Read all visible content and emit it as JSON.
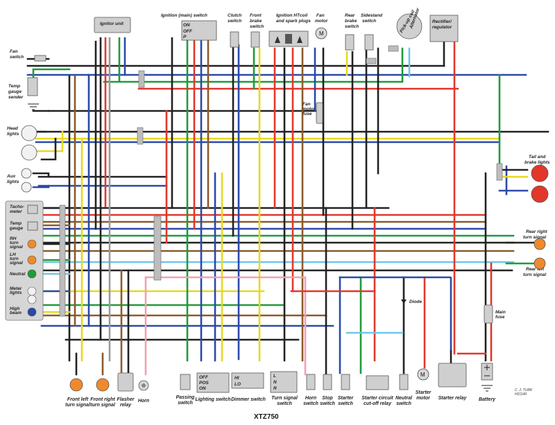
{
  "diagram": {
    "title": "XTZ750",
    "credit_line1": "C. J. TURK",
    "credit_line2": "H21140",
    "wire_colors": {
      "red": "#e2372a",
      "green": "#1f9b3b",
      "blue": "#2b4aa8",
      "black": "#222222",
      "brown": "#8a5a2b",
      "yellow": "#e8d820",
      "white": "#eeeeee",
      "grey": "#9a9a9a",
      "lightblue": "#6ec7e6",
      "orange": "#ef8a2c",
      "pink": "#f2a0b0",
      "lightgreen": "#8fd36b"
    }
  },
  "top_components": {
    "igniter_unit": "Ignitor unit",
    "ignition_switch_1": "Ignition (main) switch",
    "ignition_on": "ON",
    "ignition_off": "OFF",
    "ignition_p": "P",
    "clutch_switch_1": "Clutch",
    "clutch_switch_2": "switch",
    "front_brake_1": "Front",
    "front_brake_2": "brake",
    "front_brake_3": "switch",
    "ignition_ht_1": "Ignition HT",
    "ignition_ht_2": "and spark plugs",
    "coil_label": "coil",
    "fan_motor_1": "Fan",
    "fan_motor_2": "motor",
    "fan_motor_symbol": "M",
    "rear_brake_1": "Rear",
    "rear_brake_2": "brake",
    "rear_brake_3": "switch",
    "sidestand_1": "Sidestand",
    "sidestand_2": "switch",
    "pickup_coil": "Pick-up coil",
    "alternator": "Alternator",
    "rectifier_1": "Rectifier/",
    "rectifier_2": "regulator"
  },
  "left_components": {
    "fan_switch_1": "Fan",
    "fan_switch_2": "switch",
    "temp_sender_1": "Temp",
    "temp_sender_2": "gauge",
    "temp_sender_3": "sender",
    "head_lights_1": "Head",
    "head_lights_2": "lights",
    "aux_lights_1": "Aux",
    "aux_lights_2": "lights",
    "fan_motor_fuse_1": "Fan",
    "fan_motor_fuse_2": "motor",
    "fan_motor_fuse_3": "fuse"
  },
  "instrument_panel": {
    "tachometer_1": "Tacho-",
    "tachometer_2": "meter",
    "temp_gauge_1": "Temp",
    "temp_gauge_2": "gauge",
    "rh_turn_1": "RH",
    "rh_turn_2": "turn",
    "rh_turn_3": "signal",
    "lh_turn_1": "LH",
    "lh_turn_2": "turn",
    "lh_turn_3": "signal",
    "neutral": "Neutral",
    "meter_lights_1": "Meter",
    "meter_lights_2": "lights",
    "high_beam_1": "High",
    "high_beam_2": "beam"
  },
  "right_components": {
    "tail_brake_1": "Tail and",
    "tail_brake_2": "brake lights",
    "rear_right_1": "Rear right",
    "rear_right_2": "turn signal",
    "rear_left_1": "Rear left",
    "rear_left_2": "turn signal",
    "main_fuse_1": "Main",
    "main_fuse_2": "fuse",
    "diode": "Diode"
  },
  "bottom_components": {
    "front_left_1": "Front left",
    "front_left_2": "turn signal",
    "front_right_1": "Front right",
    "front_right_2": "turn signal",
    "flasher_1": "Flasher",
    "flasher_2": "relay",
    "horn": "Horn",
    "passing_1": "Passing",
    "passing_2": "switch",
    "lighting_switch": "Lighting switch",
    "light_off": "OFF",
    "light_pos": "POS",
    "light_on": "ON",
    "dimmer_switch": "Dimmer switch",
    "dimmer_hi": "HI",
    "dimmer_lo": "LO",
    "turn_switch_1": "Turn signal",
    "turn_switch_2": "switch",
    "turn_l": "L",
    "turn_n": "N",
    "turn_r": "R",
    "horn_switch_1": "Horn",
    "horn_switch_2": "switch",
    "stop_switch_1": "Stop",
    "stop_switch_2": "switch",
    "starter_switch_1": "Starter",
    "starter_switch_2": "switch",
    "cutoff_relay_1": "Starter circuit",
    "cutoff_relay_2": "cut-off relay",
    "neutral_switch_1": "Neutral",
    "neutral_switch_2": "switch",
    "starter_motor_1": "Starter",
    "starter_motor_2": "motor",
    "starter_motor_symbol": "M",
    "starter_relay": "Starter relay",
    "battery": "Battery"
  }
}
